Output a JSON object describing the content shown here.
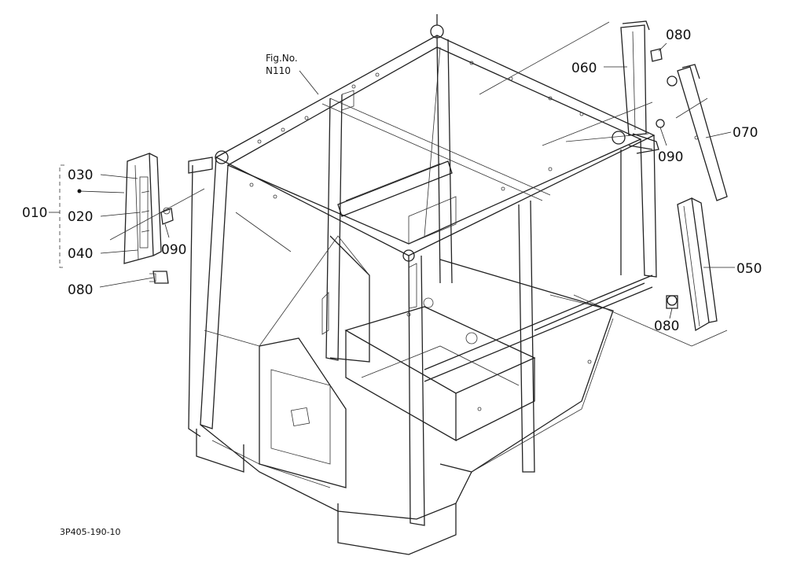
{
  "figure_ref": {
    "line1": "Fig.No.",
    "line2": "N110"
  },
  "drawing_code": "3P405-190-10",
  "callouts": {
    "c010": "010",
    "c020": "020",
    "c030": "030",
    "c040": "040",
    "c050": "050",
    "c060": "060",
    "c070": "070",
    "c080_top": "080",
    "c080_left": "080",
    "c080_right": "080",
    "c090_left": "090",
    "c090_top": "090"
  }
}
